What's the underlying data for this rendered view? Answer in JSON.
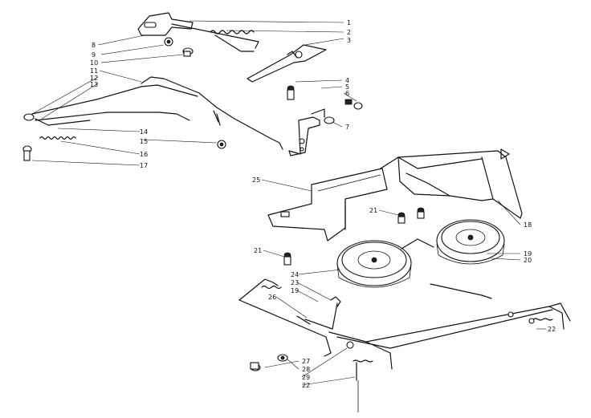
{
  "diagram": {
    "callouts": [
      {
        "id": "c1",
        "label": "1"
      },
      {
        "id": "c2",
        "label": "2"
      },
      {
        "id": "c3",
        "label": "3"
      },
      {
        "id": "c8",
        "label": "8"
      },
      {
        "id": "c9",
        "label": "9"
      },
      {
        "id": "c10",
        "label": "10"
      },
      {
        "id": "c11",
        "label": "11"
      },
      {
        "id": "c12",
        "label": "12"
      },
      {
        "id": "c13",
        "label": "13"
      },
      {
        "id": "c4",
        "label": "4"
      },
      {
        "id": "c5",
        "label": "5"
      },
      {
        "id": "c6",
        "label": "6"
      },
      {
        "id": "c7",
        "label": "7"
      },
      {
        "id": "c14",
        "label": "14"
      },
      {
        "id": "c15",
        "label": "15"
      },
      {
        "id": "c16",
        "label": "16"
      },
      {
        "id": "c17",
        "label": "17"
      },
      {
        "id": "c25",
        "label": "25"
      },
      {
        "id": "c18",
        "label": "18"
      },
      {
        "id": "c21a",
        "label": "21"
      },
      {
        "id": "c21b",
        "label": "21"
      },
      {
        "id": "c19",
        "label": "19"
      },
      {
        "id": "c20",
        "label": "20"
      },
      {
        "id": "c24",
        "label": "24"
      },
      {
        "id": "c23",
        "label": "23"
      },
      {
        "id": "c19b",
        "label": "19"
      },
      {
        "id": "c26",
        "label": "26"
      },
      {
        "id": "c22a",
        "label": "22"
      },
      {
        "id": "c27",
        "label": "27"
      },
      {
        "id": "c28",
        "label": "28"
      },
      {
        "id": "c29",
        "label": "29"
      },
      {
        "id": "c22b",
        "label": "22"
      }
    ]
  }
}
